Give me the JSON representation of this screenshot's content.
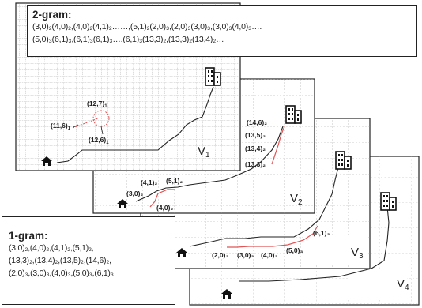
{
  "two_gram": {
    "title": "2-gram:",
    "line1": "(3,0)₂(4,0)₂,(4,0)₂(4,1)₂……,(5,1)₂(2,0)₃,(2,0)₃(3,0)₃,(3,0)₃(4,0)₃….",
    "line2": "(5,0)₃(6,1)₃,(6,1)₃(6,1)₃….(6,1)₃(13,3)₂,(13,3)₂(13,4)₂…"
  },
  "one_gram": {
    "title": "1-gram:",
    "line1": "(3,0)₂,(4,0)₂,(4,1)₂,(5,1)₂,",
    "line2": "(13,3)₂,(13,4)₂,(13,5)₂,(14,6)₂,",
    "line3": "(2,0)₃,(3,0)₃,(4,0)₃,(5,0)₃,(6,1)₃"
  },
  "views": {
    "v1": "V",
    "v2": "V",
    "v3": "V",
    "v4": "V",
    "s1": "1",
    "s2": "2",
    "s3": "3",
    "s4": "4"
  },
  "points_v1": {
    "p127": "(12,7)",
    "p116": "(11,6)",
    "p126": "(12,6)",
    "s127": "1",
    "s116": "1",
    "s126": "1"
  },
  "points_v2": {
    "p146": "(14,6)₂",
    "p135": "(13,5)₂",
    "p134": "(13,4)₂",
    "p133": "(13,3)₂",
    "p41": "(4,1)₂",
    "p51": "(5,1)₂",
    "p30": "(3,0)₂",
    "p40": "(4,0)₂"
  },
  "points_v3": {
    "p61": "(6,1)₃",
    "p20": "(2,0)₃",
    "p30": "(3,0)₃",
    "p40": "(4,0)₃",
    "p50": "(5,0)₃"
  },
  "colors": {
    "path": "#222222",
    "highlight": "#e05555",
    "grid": "#8a8a8a",
    "frame": "#222222"
  }
}
